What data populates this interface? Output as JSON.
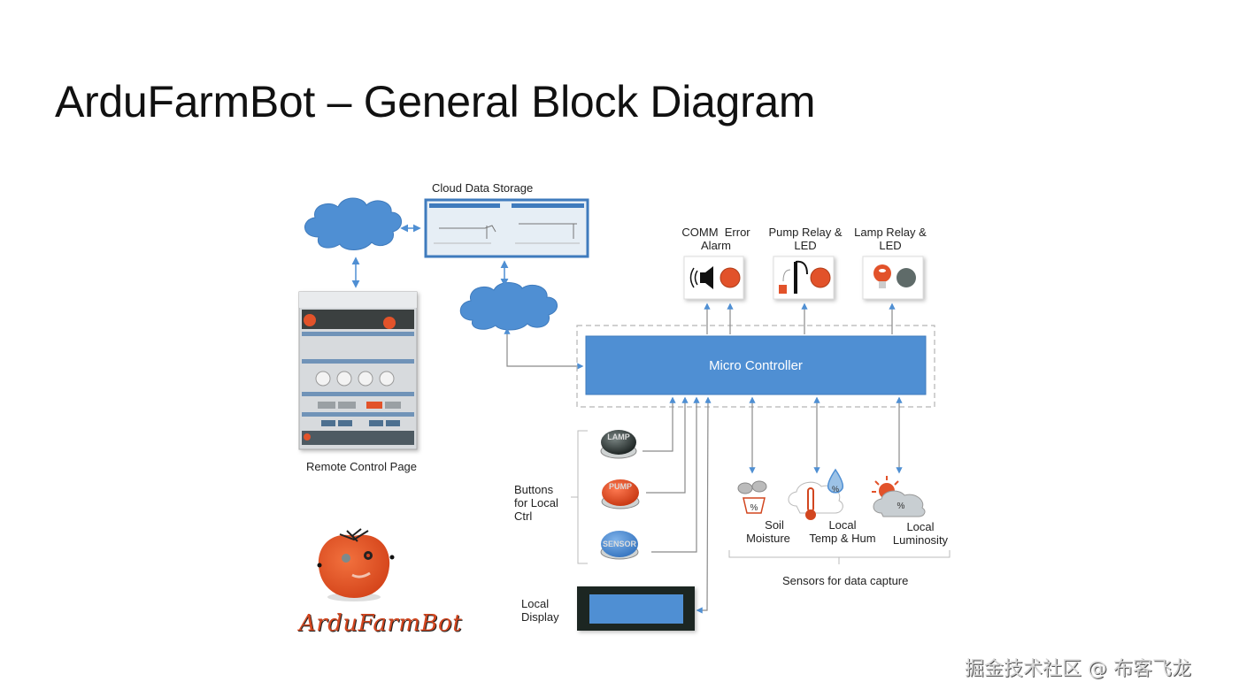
{
  "title": "ArduFarmBot – General Block Diagram",
  "cloud_storage": {
    "label": "Cloud Data Storage"
  },
  "remote_page": {
    "label": "Remote Control Page"
  },
  "micro_controller": {
    "label": "Micro Controller"
  },
  "outputs": [
    {
      "label_line1": "COMM  Error",
      "label_line2": "Alarm",
      "icon": "speaker-icon",
      "led_color": "#e2522a"
    },
    {
      "label_line1": "Pump Relay &",
      "label_line2": "LED",
      "icon": "water-pump-icon",
      "led_color": "#e2522a"
    },
    {
      "label_line1": "Lamp Relay &",
      "label_line2": "LED",
      "icon": "light-bulb-icon",
      "led_color": "#5f6b69"
    }
  ],
  "buttons_group": {
    "label_line1": "Buttons",
    "label_line2": "for Local",
    "label_line3": "Ctrl",
    "buttons": [
      {
        "label": "LAMP",
        "color": "#2f3a38"
      },
      {
        "label": "PUMP",
        "color": "#e2522a"
      },
      {
        "label": "SENSOR",
        "color": "#4a8bd6"
      }
    ]
  },
  "local_display": {
    "label_line1": "Local",
    "label_line2": "Display"
  },
  "sensors": {
    "group_label": "Sensors for data capture",
    "items": [
      {
        "label_line1": "Soil",
        "label_line2": "Moisture",
        "icon": "soil-moisture-icon"
      },
      {
        "label_line1": "Local",
        "label_line2": "Temp & Hum",
        "icon": "temperature-humidity-icon"
      },
      {
        "label_line1": "Local",
        "label_line2": "Luminosity",
        "icon": "luminosity-icon"
      }
    ],
    "symbol": "%"
  },
  "logo": {
    "text": "ArduFarmBot"
  },
  "watermark": "掘金技术社区 @ 布客飞龙",
  "colors": {
    "accent_blue": "#4f8fd3",
    "arrow_gray": "#8a8a8a",
    "led_red": "#e2522a"
  }
}
